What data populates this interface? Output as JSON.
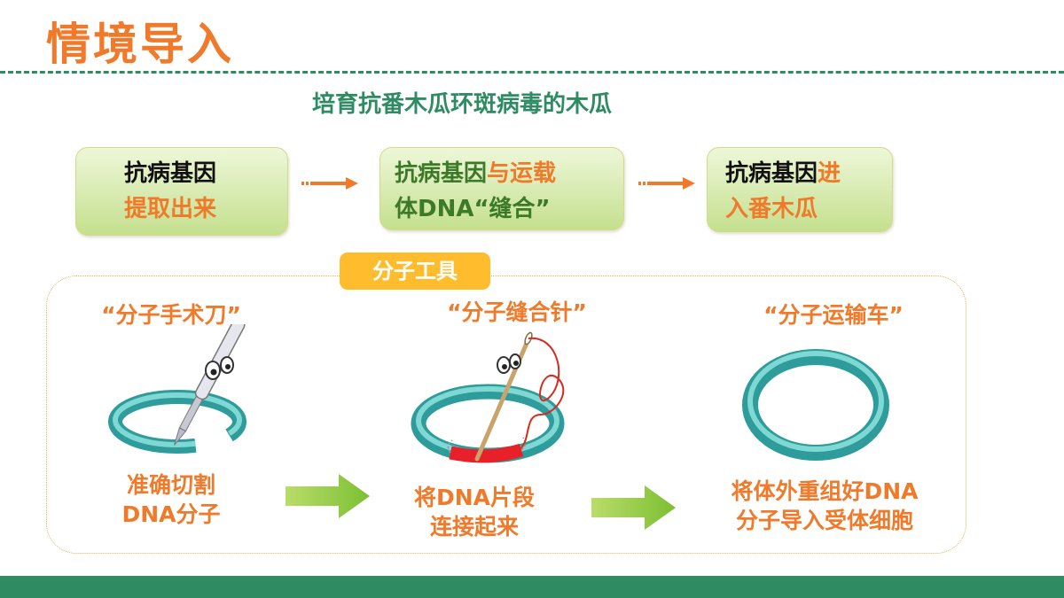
{
  "header": {
    "title": "情境导入",
    "subtitle": "培育抗番木瓜环斑病毒的木瓜"
  },
  "steps": [
    {
      "line1": "抗病基因",
      "line2": "提取出来"
    },
    {
      "line1_a": "抗病基因",
      "line1_b": "与运载",
      "line2": "体DNA“缝合”"
    },
    {
      "line1_a": "抗病基因",
      "line1_b": "进",
      "line2": "入番木瓜"
    }
  ],
  "tools": {
    "badge": "分子工具",
    "items": [
      {
        "title": "“分子手术刀”",
        "desc1": "准确切割",
        "desc2": "DNA分子"
      },
      {
        "title": "“分子缝合针”",
        "desc1": "将DNA片段",
        "desc2": "连接起来"
      },
      {
        "title": "“分子运输车”",
        "desc1": "将体外重组好DNA",
        "desc2": "分子导入受体细胞"
      }
    ]
  },
  "colors": {
    "accent_orange": "#f07a2a",
    "brand_green": "#2e8b62",
    "arrow_green": "#8cc63f",
    "ring_teal": "#3bb3b0",
    "badge_yellow": "#ffbd2e"
  }
}
